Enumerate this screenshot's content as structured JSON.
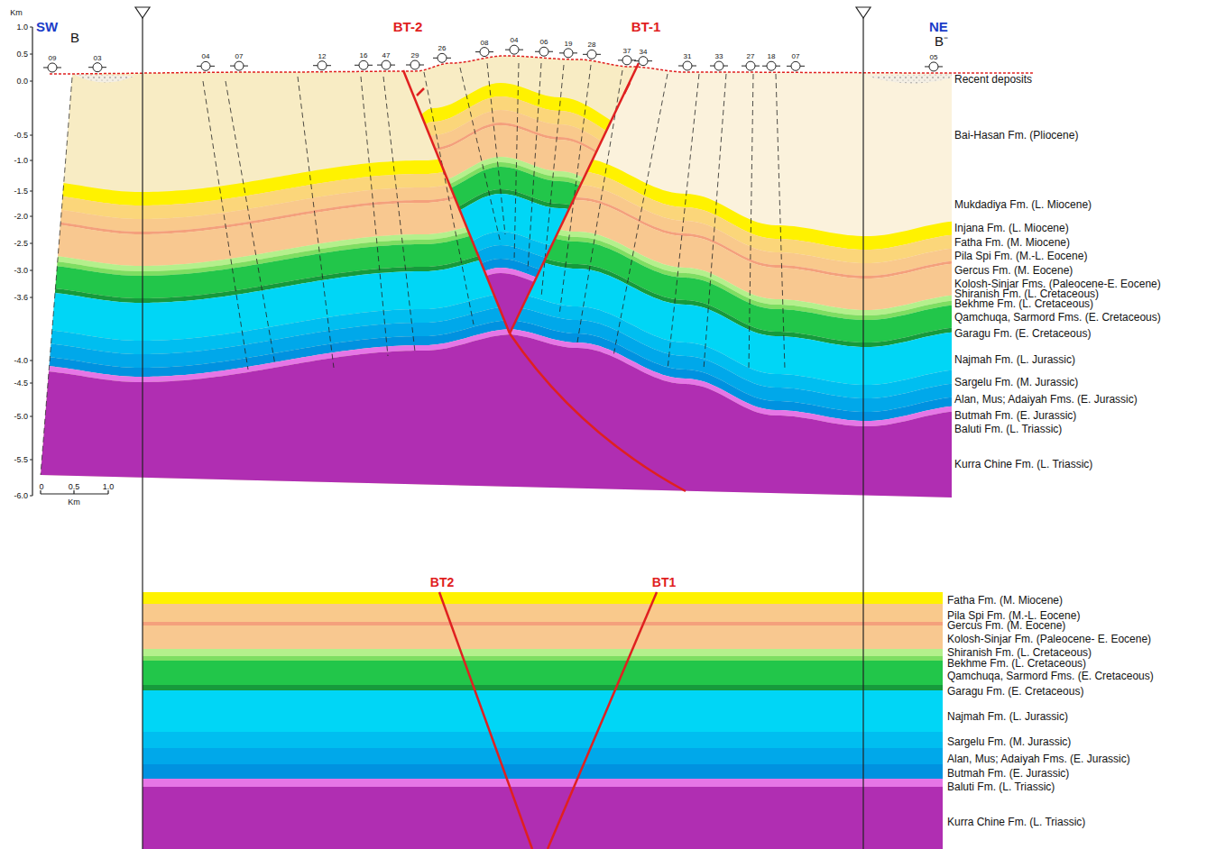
{
  "diagram": {
    "labels": [
      "Km",
      "1.0",
      "0.5",
      "0.0",
      "-0.5",
      "-1.0",
      "-1.5",
      "-2.0",
      "-2.5",
      "-3.0",
      "-3.6",
      "-4.0",
      "-4.5",
      "-5.0",
      "-5.5",
      "-6.0",
      "SW",
      "B",
      "NE",
      "B⁻",
      "BT-2",
      "BT-1",
      "09",
      "03",
      "04",
      "07",
      "12",
      "16",
      "47",
      "29",
      "26",
      "08",
      "04",
      "06",
      "19",
      "28",
      "37",
      "34",
      "31",
      "33",
      "27",
      "18",
      "07",
      "05",
      "Recent deposits",
      "Bai-Hasan Fm. (Pliocene)",
      "Mukdadiya Fm. (L. Miocene)",
      "Injana Fm. (L. Miocene)",
      "Fatha Fm. (M. Miocene)",
      "Pila Spi Fm. (M.-L. Eocene)",
      "Gercus Fm. (M. Eocene)",
      "Kolosh-Sinjar Fms. (Paleocene-E. Eocene)",
      "Shiranish Fm. (L. Cretaceous)",
      "Bekhme Fm. (L. Cretaceous)",
      "Qamchuqa, Sarmord Fms. (E. Cretaceous)",
      "Garagu Fm. (E. Cretaceous)",
      "Najmah Fm. (L. Jurassic)",
      "Sargelu Fm. (M. Jurassic)",
      "Alan, Mus; Adaiyah Fms. (E. Jurassic)",
      "Butmah Fm. (E. Jurassic)",
      "Baluti Fm. (L. Triassic)",
      "Kurra Chine Fm. (L. Triassic)",
      "Fatha Fm. (M. Miocene)",
      "Pila Spi Fm. (M.-L. Eocene)",
      "Gercus Fm. (M. Eocene)",
      "Kolosh-Sinjar Fm. (Paleocene- E. Eocene)",
      "Shiranish Fm. (L. Cretaceous)",
      "Bekhme Fm. (L. Cretaceous)",
      "Qamchuqa, Sarmord Fms. (E. Cretaceous)",
      "Garagu Fm. (E. Cretaceous)",
      "Najmah Fm. (L. Jurassic)",
      "Sargelu Fm. (M. Jurassic)",
      "Alan, Mus; Adaiyah Fms. (E. Jurassic)",
      "Butmah Fm. (E. Jurassic)",
      "Baluti Fm. (L. Triassic)",
      "Kurra Chine Fm. (L. Triassic)",
      "BT2",
      "BT1",
      "0",
      "0.5",
      "1.0",
      "Km"
    ]
  }
}
